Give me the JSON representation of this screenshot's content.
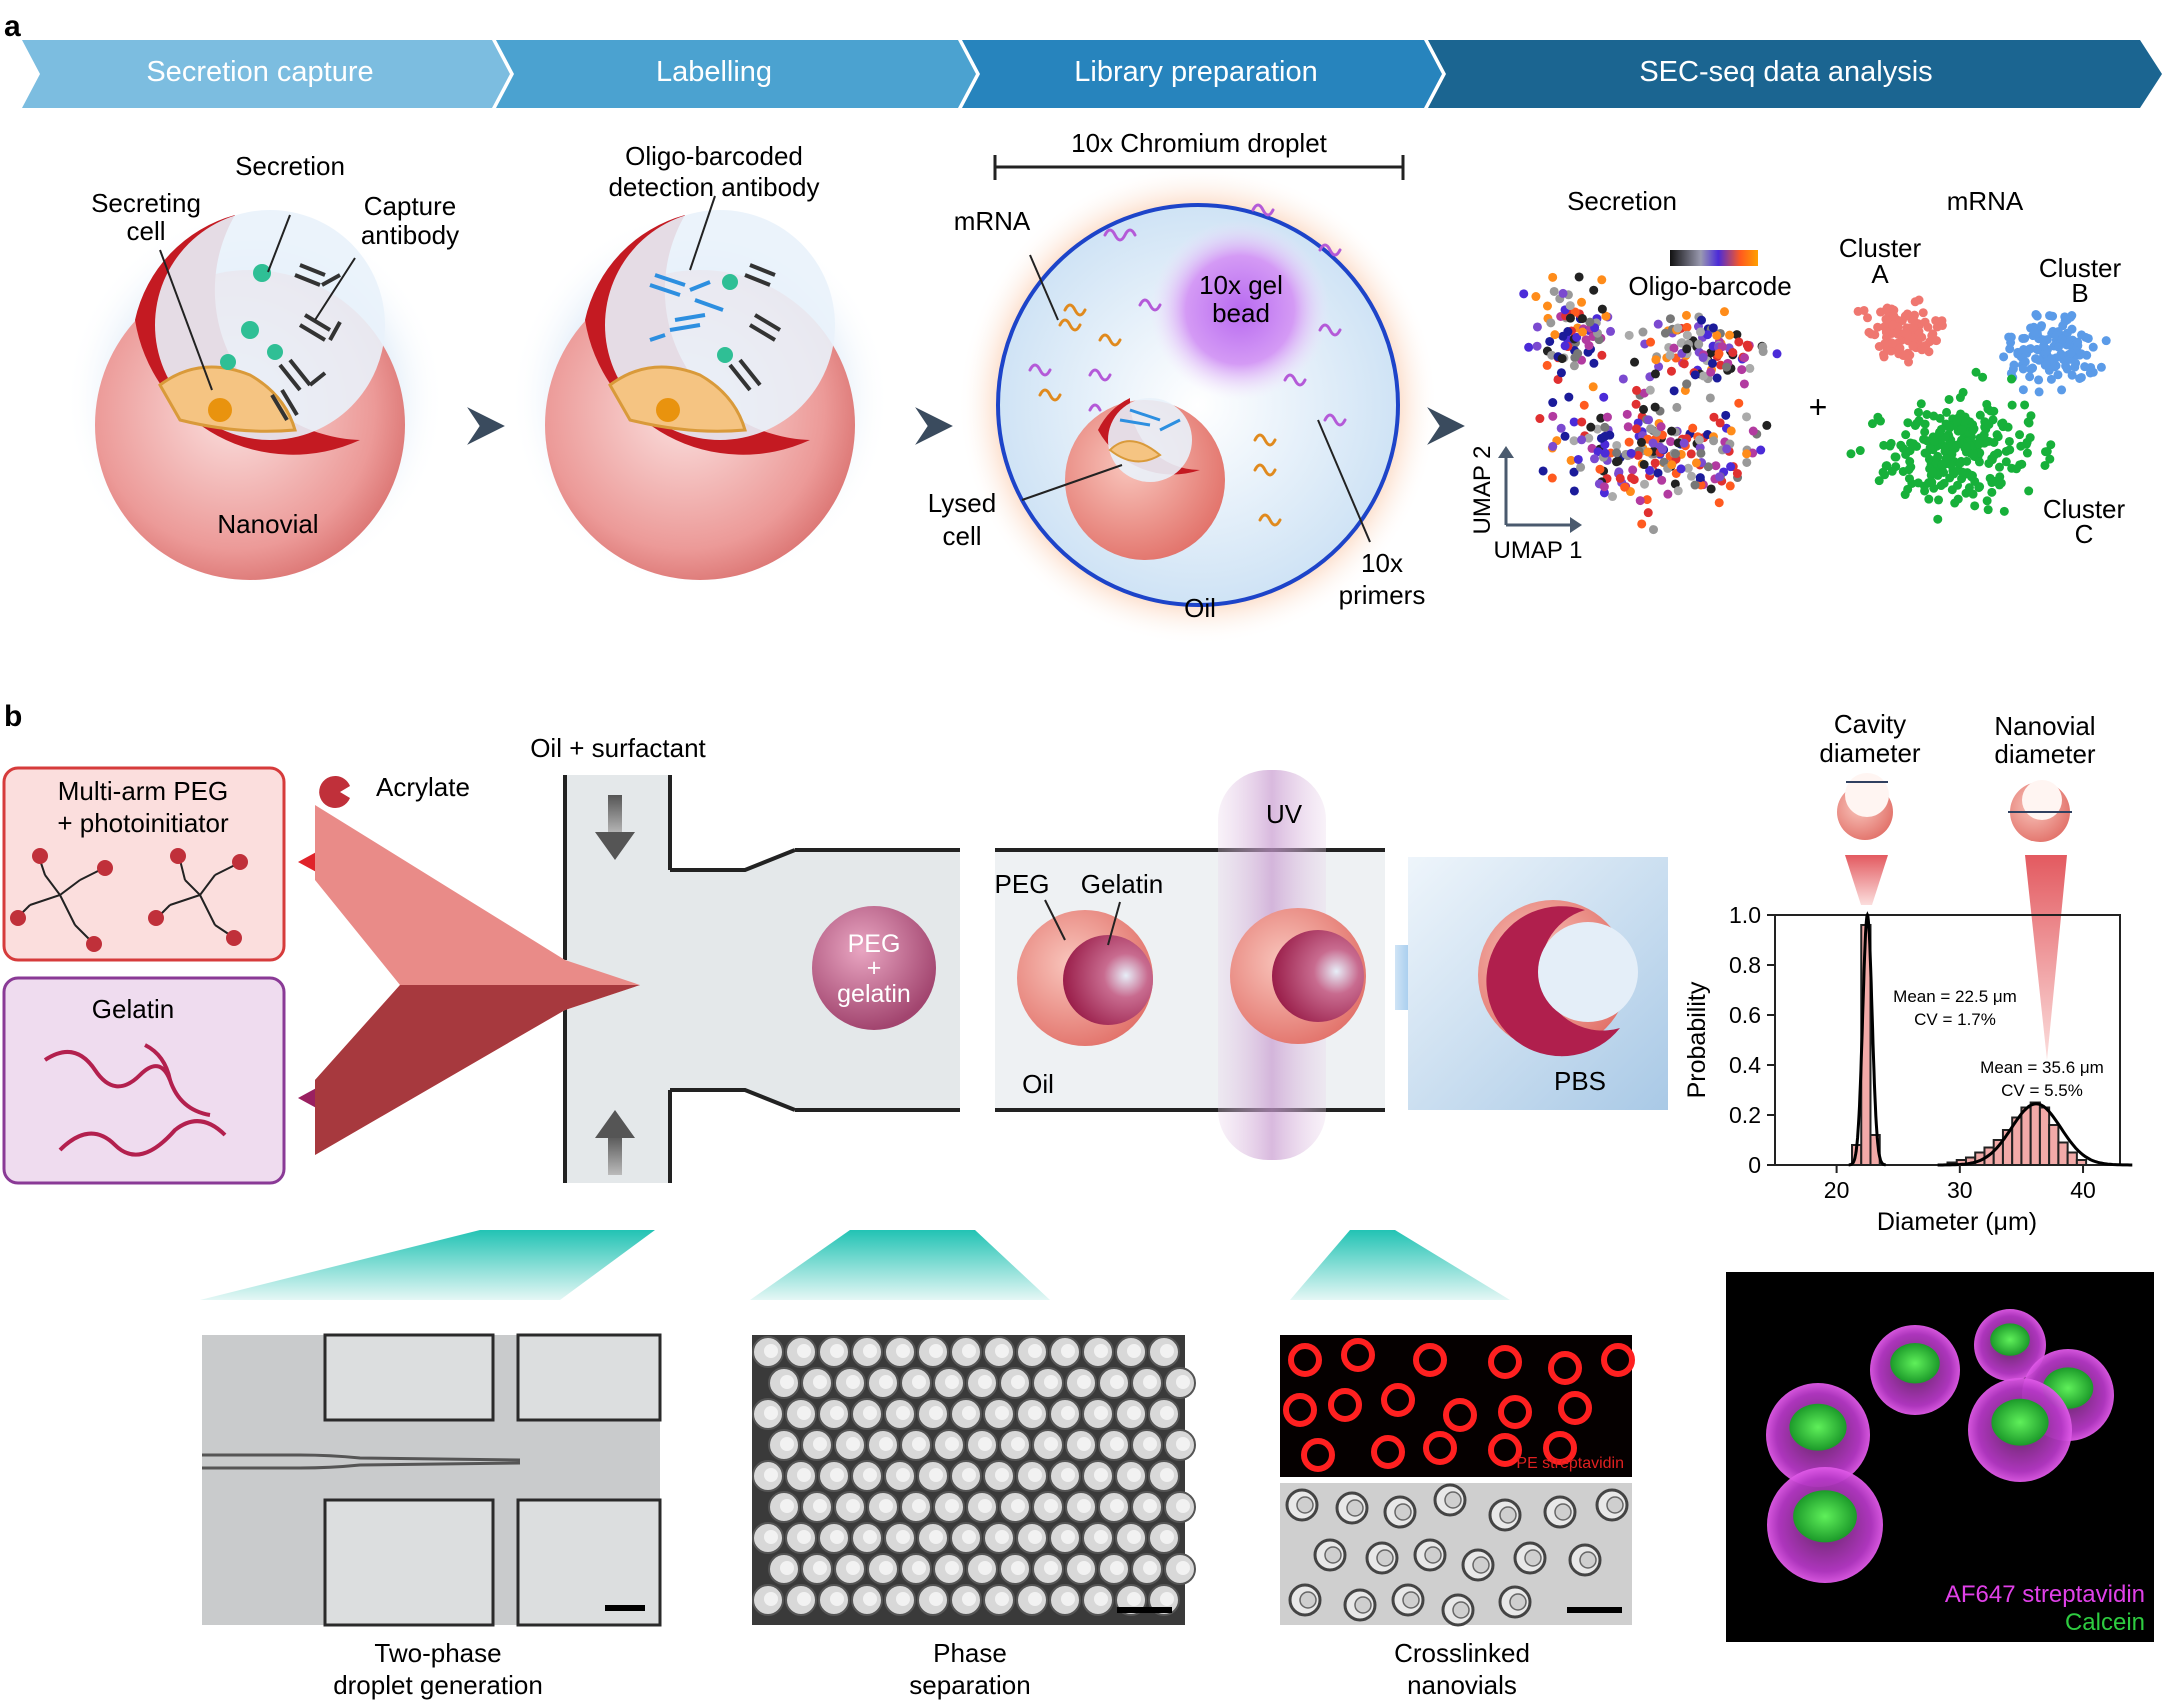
{
  "panel_a": {
    "letter": "a",
    "steps": [
      "Secretion capture",
      "Labelling",
      "Library preparation",
      "SEC-seq data analysis"
    ],
    "nanovial1": {
      "secretion": "Secretion",
      "secreting_cell": [
        "Secreting",
        "cell"
      ],
      "capture_antibody": [
        "Capture",
        "antibody"
      ],
      "nanovial": "Nanovial"
    },
    "nanovial2": {
      "detection_antibody": [
        "Oligo-barcoded",
        "detection antibody"
      ]
    },
    "droplet": {
      "title": "10x Chromium droplet",
      "mrna": "mRNA",
      "gel_bead": [
        "10x gel",
        "bead"
      ],
      "lysed_cell": [
        "Lysed",
        "cell"
      ],
      "oil": "Oil",
      "primers": [
        "10x",
        "primers"
      ]
    },
    "analysis": {
      "secretion_title": "Secretion",
      "mrna_title": "mRNA",
      "oligo_barcode": "Oligo-barcode",
      "umap2": "UMAP 2",
      "umap1": "UMAP 1",
      "plus": "+",
      "cluster_a": [
        "Cluster",
        "A"
      ],
      "cluster_b": [
        "Cluster",
        "B"
      ],
      "cluster_c": [
        "Cluster",
        "C"
      ]
    }
  },
  "panel_b": {
    "letter": "b",
    "peg_box": [
      "Multi-arm PEG",
      "+ photoinitiator"
    ],
    "acrylate": "Acrylate",
    "gelatin_box": "Gelatin",
    "oil_surfactant": "Oil + surfactant",
    "peg_gelatin_droplet": [
      "PEG",
      "+",
      "gelatin"
    ],
    "peg": "PEG",
    "gelatin": "Gelatin",
    "oil": "Oil",
    "uv": "UV",
    "pbs": "PBS",
    "cavity_diameter": [
      "Cavity",
      "diameter"
    ],
    "nanovial_diameter": [
      "Nanovial",
      "diameter"
    ],
    "micro1_caption": [
      "Two-phase",
      "droplet generation"
    ],
    "micro2_caption": [
      "Phase",
      "separation"
    ],
    "micro3_caption": [
      "Crosslinked",
      "nanovials"
    ],
    "micro3_label": "PE streptavidin",
    "confocal_labels": [
      "AF647 streptavidin",
      "Calcein"
    ]
  },
  "colors": {
    "step1": "#6fb4d8",
    "step2": "#3f98c8",
    "step3": "#1f78b0",
    "step4": "#1a5f87",
    "nanovial": "#e88c8c",
    "cavity": "#c0171f",
    "cluster_a": "#ef7770",
    "cluster_b": "#5b9be8",
    "cluster_c": "#17b03a",
    "hist": "#f2aaa8"
  },
  "chart_data": {
    "type": "histogram",
    "xlabel": "Diameter (μm)",
    "ylabel": "Probability",
    "xlim": [
      15,
      43
    ],
    "ylim": [
      0,
      1.0
    ],
    "xticks": [
      20,
      30,
      40
    ],
    "yticks": [
      0,
      0.2,
      0.4,
      0.6,
      0.8,
      1.0
    ],
    "ytick_labels": [
      "0",
      "0.2",
      "0.4",
      "0.6",
      "0.8",
      "1.0"
    ],
    "series": [
      {
        "annotation": [
          "Mean = 22.5 μm",
          "CV = 1.7%"
        ],
        "bins": [
          [
            21.25,
            22.0,
            0.08
          ],
          [
            22.0,
            22.75,
            0.96
          ],
          [
            22.75,
            23.5,
            0.12
          ]
        ],
        "curve_mean": 22.5,
        "curve_sd": 0.38,
        "curve_peak": 1.0
      },
      {
        "annotation": [
          "Mean = 35.6 μm",
          "CV = 5.5%"
        ],
        "bins": [
          [
            29.0,
            29.75,
            0.01
          ],
          [
            29.75,
            30.5,
            0.02
          ],
          [
            30.5,
            31.25,
            0.03
          ],
          [
            31.25,
            32.0,
            0.05
          ],
          [
            32.0,
            32.75,
            0.07
          ],
          [
            32.75,
            33.5,
            0.1
          ],
          [
            33.5,
            34.25,
            0.14
          ],
          [
            34.25,
            35.0,
            0.19
          ],
          [
            35.0,
            35.75,
            0.23
          ],
          [
            35.75,
            36.5,
            0.25
          ],
          [
            36.5,
            37.25,
            0.23
          ],
          [
            37.25,
            38.0,
            0.16
          ],
          [
            38.0,
            38.75,
            0.09
          ],
          [
            38.75,
            39.5,
            0.05
          ],
          [
            39.5,
            40.25,
            0.02
          ]
        ],
        "curve_mean": 36.2,
        "curve_sd": 2.0,
        "curve_peak": 0.245
      }
    ]
  }
}
